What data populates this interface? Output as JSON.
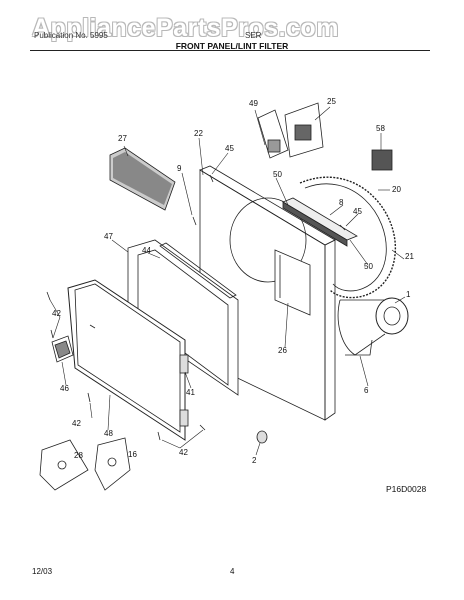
{
  "watermark": "AppliancePartsPros.com",
  "header": {
    "left_text": "Publication No. 5995",
    "right_text": "SER",
    "title": "FRONT PANEL/LINT FILTER"
  },
  "diagram_code": "P16D0028",
  "footer": {
    "date": "12/03",
    "page": "4"
  },
  "callouts": {
    "c49": "49",
    "c25": "25",
    "c58": "58",
    "c27": "27",
    "c22": "22",
    "c45a": "45",
    "c9": "9",
    "c50a": "50",
    "c20": "20",
    "c8": "8",
    "c45b": "45",
    "c47": "47",
    "c44": "44",
    "c50b": "50",
    "c21": "21",
    "c1": "1",
    "c42a": "42",
    "c26": "26",
    "c46": "46",
    "c41": "41",
    "c6": "6",
    "c42b": "42",
    "c48": "48",
    "c42c": "42",
    "c2": "2",
    "c28": "28",
    "c16": "16"
  }
}
